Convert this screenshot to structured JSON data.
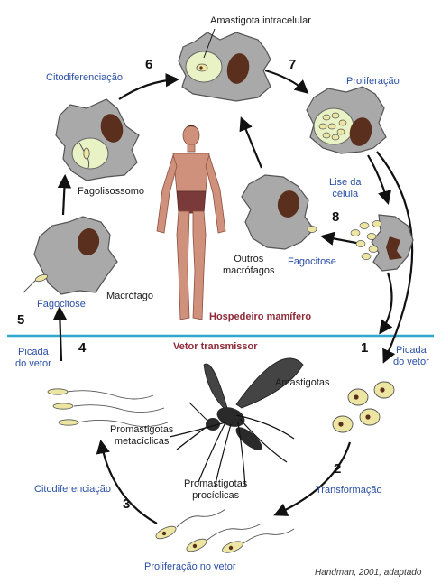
{
  "steps": {
    "s1": "1",
    "s2": "2",
    "s3": "3",
    "s4": "4",
    "s5": "5",
    "s6": "6",
    "s7": "7",
    "s8": "8"
  },
  "labels": {
    "amastigota_intracelular": "Amastigota intracelular",
    "citodiferenciacao_top": "Citodiferenciação",
    "proliferacao": "Proliferação",
    "fagolisossomo": "Fagolisossomo",
    "lise_da_celula": "Lise da\ncélula",
    "outros_macrofagos": "Outros\nmacrófagos",
    "fagocitose_right": "Fagocitose",
    "fagocitose_left": "Fagocitose",
    "macrofago": "Macrófago",
    "hospedeiro_mamifero": "Hospedeiro mamífero",
    "vetor_transmissor": "Vetor transmissor",
    "picada_do_vetor_left": "Picada\ndo vetor",
    "picada_do_vetor_right": "Picada\ndo vetor",
    "amastigotas": "Amastigotas",
    "promastigotas_metaciclicas": "Promastigotas\nmetacíclicas",
    "promastigotas_prociclicas": "Promastigotas\nprocíclicas",
    "citodiferenciacao_bottom": "Citodiferenciação",
    "transformacao": "Transformação",
    "proliferacao_no_vetor": "Proliferação no vetor"
  },
  "credit": "Handman, 2001, adaptado",
  "colors": {
    "cell": "#a9a9a9",
    "cell_outline": "#555555",
    "nucleus": "#5a2f1d",
    "vacuole": "#e8f2c4",
    "parasite": "#ece6a2",
    "divider": "#30a8cc",
    "skin": "#d0917c"
  }
}
